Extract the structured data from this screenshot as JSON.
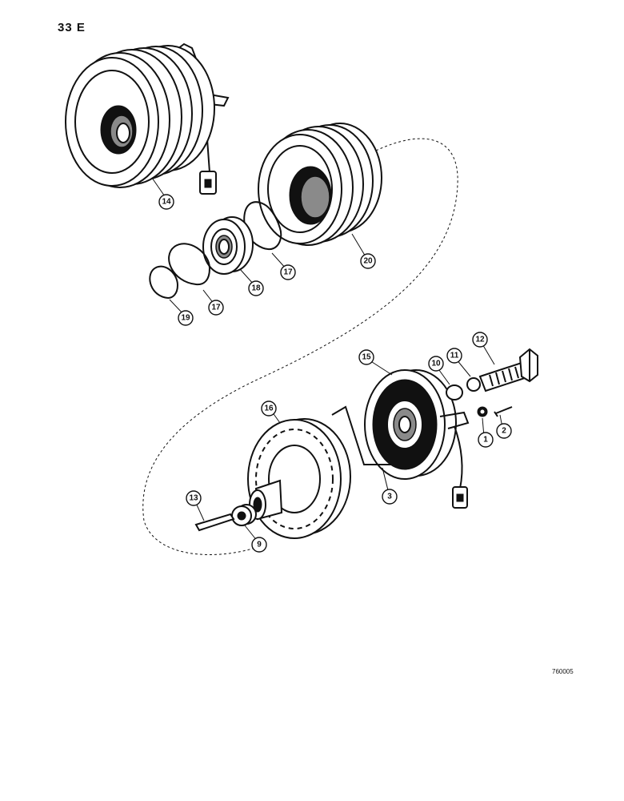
{
  "page": {
    "code": "33 E",
    "drawing_number": "760005"
  },
  "callouts": [
    {
      "id": "c14",
      "label": "14"
    },
    {
      "id": "c20",
      "label": "20"
    },
    {
      "id": "c17a",
      "label": "17"
    },
    {
      "id": "c18",
      "label": "18"
    },
    {
      "id": "c17b",
      "label": "17"
    },
    {
      "id": "c19",
      "label": "19"
    },
    {
      "id": "c15",
      "label": "15"
    },
    {
      "id": "c10",
      "label": "10"
    },
    {
      "id": "c11",
      "label": "11"
    },
    {
      "id": "c12",
      "label": "12"
    },
    {
      "id": "c16",
      "label": "16"
    },
    {
      "id": "c1",
      "label": "1"
    },
    {
      "id": "c2",
      "label": "2"
    },
    {
      "id": "c3",
      "label": "3"
    },
    {
      "id": "c13",
      "label": "13"
    },
    {
      "id": "c9",
      "label": "9"
    }
  ]
}
